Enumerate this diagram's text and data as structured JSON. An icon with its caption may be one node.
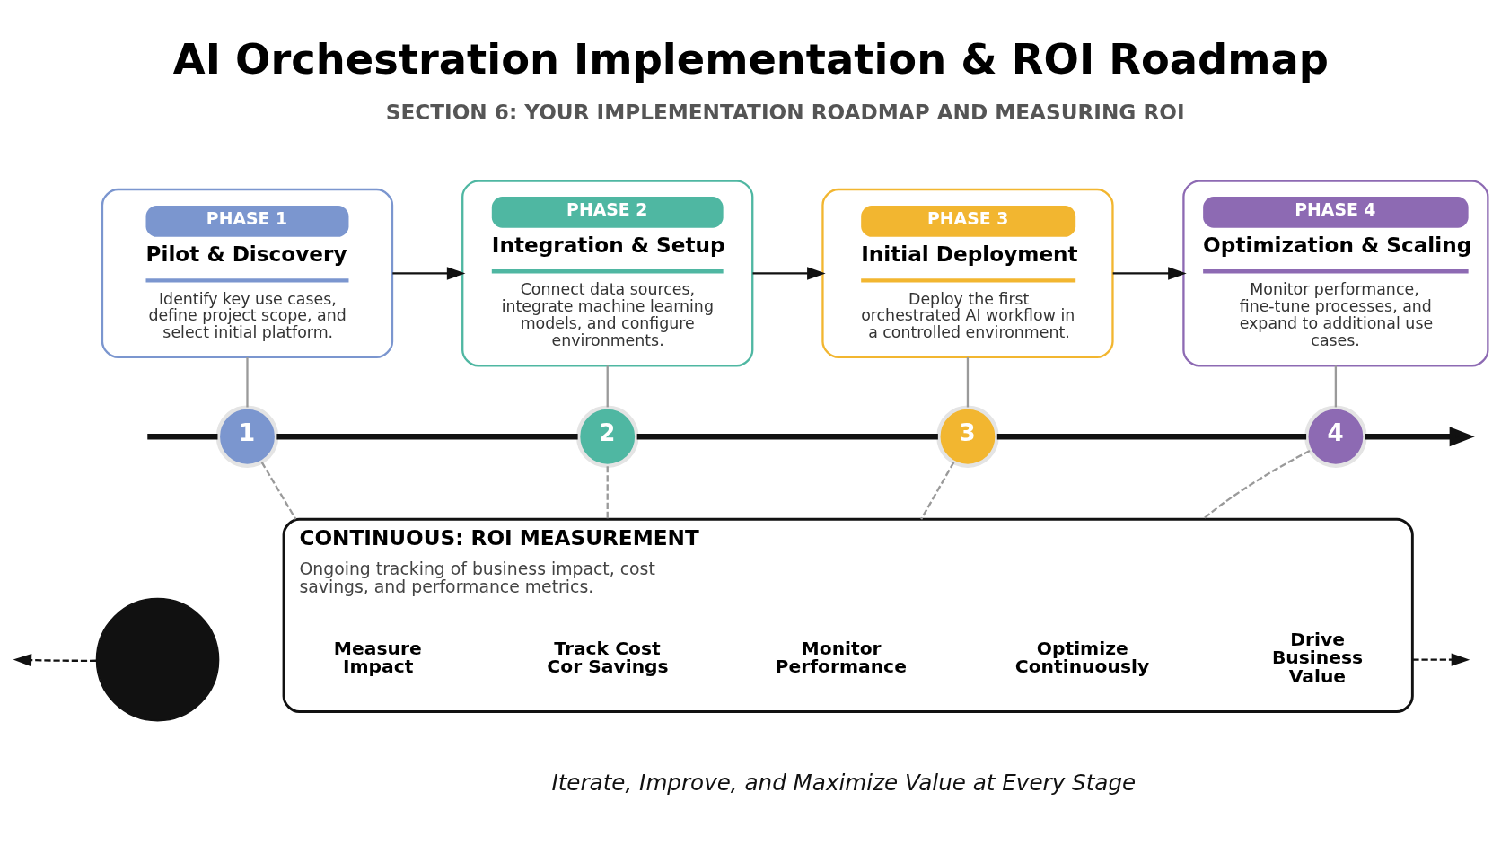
{
  "diagram": {
    "title": "AI Orchestration Implementation & ROI Roadmap",
    "nodes": [
      {
        "text": [
          "PHASE 1",
          "Pilot & Discovery",
          "Identify key use cases, define project scope, and select initial platform."
        ]
      },
      {
        "text": [
          "PHASE 2",
          "Integration & Setup",
          "Connect data sources, integrate machine learning models, and configure environments."
        ]
      },
      {
        "text": [
          "PHASE 3",
          "Initial Deployment",
          "Deploy the first orchestrated AI workflow in a controlled environment."
        ]
      },
      {
        "text": [
          "PHASE 4",
          "Optimization & Scaling",
          "Monitor performance, fine-tune processes, and expand to additional use cases."
        ]
      },
      {
        "text": [
          "1"
        ]
      },
      {
        "text": [
          "2"
        ]
      },
      {
        "text": [
          "3"
        ]
      },
      {
        "text": [
          "4"
        ]
      },
      {
        "text": [],
        "shape": "circle"
      },
      {
        "text": [
          "CONTINUOUS: ROI MEASUREMENT",
          "Ongoing tracking of business impact, cost savings, and performance metrics."
        ]
      },
      {
        "text": [
          "Measure Impact"
        ],
        "in": 9
      },
      {
        "text": [
          "Track Cost Cor Savings"
        ],
        "in": 9
      },
      {
        "text": [
          "Monitor Performance"
        ],
        "in": 9
      },
      {
        "text": [
          "Optimize Continuously"
        ],
        "in": 9
      },
      {
        "text": [
          "Drive Business Value"
        ],
        "in": 9
      }
    ],
    "edges": [
      {
        "from": 0,
        "to": 1,
        "arrow": "to"
      },
      {
        "from": 1,
        "to": 2,
        "arrow": "to"
      },
      {
        "from": 2,
        "to": 3,
        "arrow": "to"
      },
      {
        "from": 0,
        "to": 4,
        "arrow": "none",
        "color": "#9a9a9a"
      },
      {
        "from": 1,
        "to": 5,
        "arrow": "none",
        "color": "#9a9a9a"
      },
      {
        "from": 2,
        "to": 6,
        "arrow": "none",
        "color": "#9a9a9a"
      },
      {
        "from": 3,
        "to": 7,
        "arrow": "none",
        "color": "#9a9a9a"
      },
      {
        "from": null,
        "to": 4,
        "arrow": "none",
        "style": "thick"
      },
      {
        "from": 4,
        "to": 5,
        "arrow": "none",
        "style": "thick"
      },
      {
        "from": 5,
        "to": 6,
        "arrow": "none",
        "style": "thick"
      },
      {
        "from": 6,
        "to": 7,
        "arrow": "none",
        "style": "thick"
      },
      {
        "from": 7,
        "to": null,
        "arrow": "to",
        "style": "thick"
      },
      {
        "from": 4,
        "to": 9,
        "arrow": "none",
        "style": "dashed",
        "color": "#9a9a9a"
      },
      {
        "from": 5,
        "to": 9,
        "arrow": "none",
        "style": "dashed",
        "color": "#9a9a9a"
      },
      {
        "from": 6,
        "to": 9,
        "arrow": "none",
        "style": "dashed",
        "color": "#9a9a9a"
      },
      {
        "from": 7,
        "to": 9,
        "arrow": "none",
        "style": "dashed",
        "color": "#9a9a9a"
      },
      {
        "from": 8,
        "to": null,
        "arrow": "to",
        "style": "dashed"
      },
      {
        "from": 9,
        "to": null,
        "arrow": "to",
        "style": "dashed"
      }
    ],
    "labels": [
      "SECTION 6: YOUR IMPLEMENTATION ROADMAP AND MEASURING ROI",
      "Iterate, Improve, and Maximize Value at Every Stage"
    ]
  }
}
